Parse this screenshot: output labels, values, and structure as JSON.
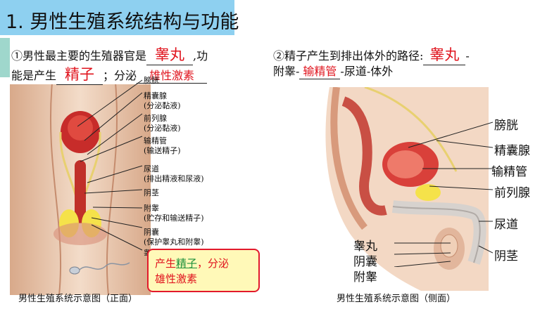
{
  "title": "1. 男性生殖系统结构与功能",
  "point1": {
    "line1_prefix": "①男性最主要的生殖器官是",
    "line1_answer": "睾丸",
    "line1_suffix": ",功",
    "line2_prefix": "能是产生",
    "line2_answer1": "精子",
    "line2_mid": "；分泌",
    "line2_answer2": "雄性激素"
  },
  "point2": {
    "line1_prefix": "②精子产生到排出体外的路径:",
    "line1_answer": "睾丸",
    "line1_suffix": "-",
    "line2_prefix": "附睾-",
    "line2_answer": "输精管",
    "line2_suffix": "-尿道-体外"
  },
  "front_labels": [
    {
      "name": "膀胱",
      "desc": ""
    },
    {
      "name": "精囊腺",
      "desc": "(分泌黏液)"
    },
    {
      "name": "前列腺",
      "desc": "(分泌黏液)"
    },
    {
      "name": "输精管",
      "desc": "(输送精子)"
    },
    {
      "name": "尿道",
      "desc": "(排出精液和尿液)"
    },
    {
      "name": "阴茎",
      "desc": ""
    },
    {
      "name": "附睾",
      "desc": "(贮存和输送精子)"
    },
    {
      "name": "阴囊",
      "desc": "(保护睾丸和附睾)"
    },
    {
      "name": "睾丸",
      "desc": ""
    }
  ],
  "callout": {
    "prefix": "产生",
    "link": "精子",
    "mid": "，分泌",
    "line2": "雄性激素"
  },
  "side_labels_right": [
    "膀胱",
    "精囊腺",
    "输精管",
    "前列腺",
    "尿道",
    "阴茎"
  ],
  "side_labels_left": [
    "睾丸",
    "阴囊",
    "附睾"
  ],
  "caption_front": "男性生殖系统示意图（正面）",
  "caption_side": "男性生殖系统示意图（侧面）",
  "colors": {
    "title_bg": "#8ed0f0",
    "answer_red": "#e0141e",
    "callout_bg": "#fff9b8",
    "callout_border": "#e2192c"
  }
}
